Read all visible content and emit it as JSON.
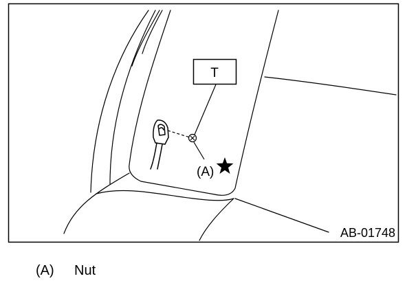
{
  "figure": {
    "torque_label": "T",
    "callout_a_label": "(A)",
    "figure_id": "AB-01748"
  },
  "legend": {
    "items": [
      {
        "key": "(A)",
        "text": "Nut"
      }
    ]
  }
}
